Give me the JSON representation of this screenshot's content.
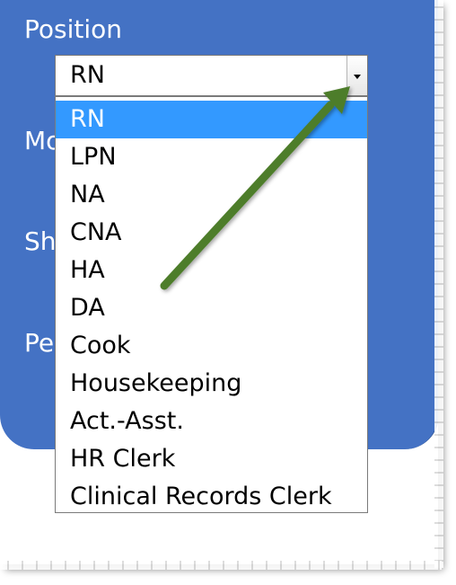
{
  "form": {
    "labels": {
      "position": "Position",
      "second": "Mo",
      "third": "Sh",
      "fourth": "Pe"
    },
    "position_select": {
      "value": "RN",
      "options": [
        "RN",
        "LPN",
        "NA",
        "CNA",
        "HA",
        "DA",
        "Cook",
        "Housekeeping",
        "Act.-Asst.",
        "HR Clerk",
        "Clinical Records Clerk"
      ],
      "highlighted": "RN"
    }
  },
  "colors": {
    "panel": "#4472c4",
    "highlight": "#3399ff",
    "arrow": "#4e7d2a"
  },
  "icons": {
    "dropdown": "dropdown-arrow-icon",
    "annotation": "annotation-arrow-icon"
  }
}
